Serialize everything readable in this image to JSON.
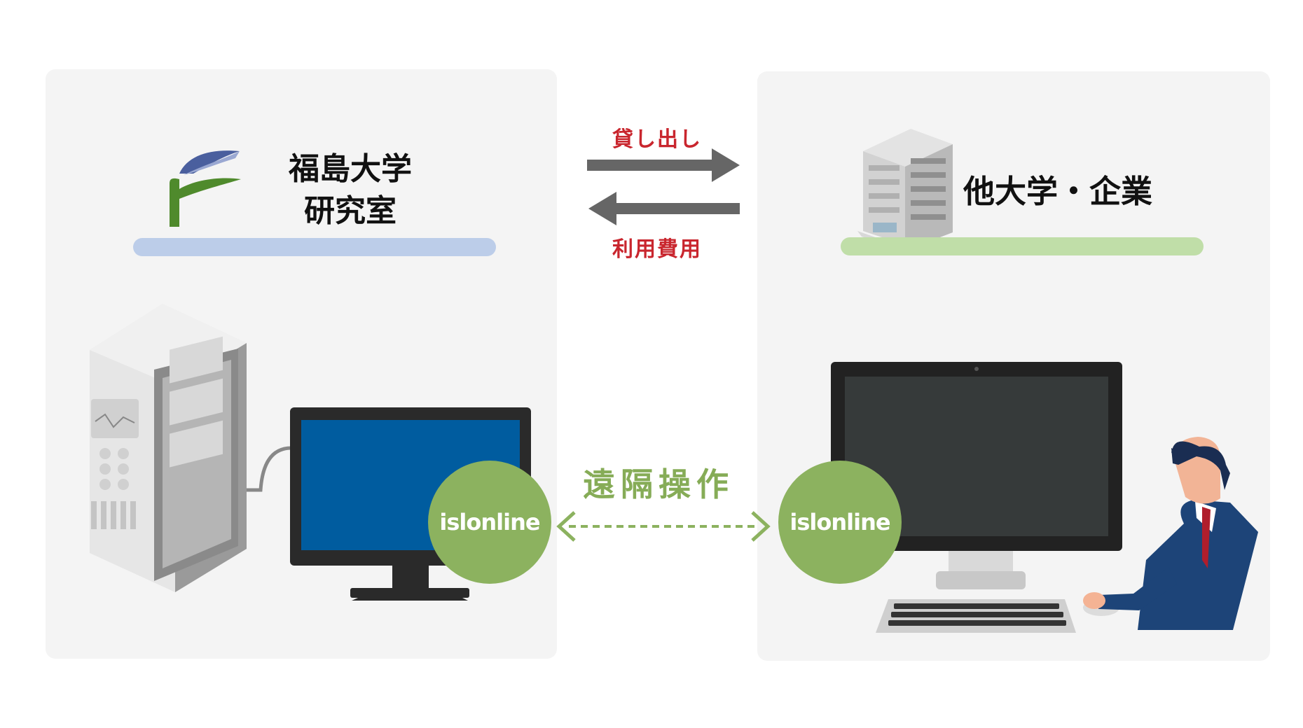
{
  "left_org": {
    "title_line1": "福島大学",
    "title_line2": "研究室"
  },
  "right_org": {
    "title": "他大学・企業"
  },
  "flows": {
    "lend_label": "貸し出し",
    "fee_label": "利用費用",
    "remote_label": "遠隔操作"
  },
  "badges": {
    "left": "islonline",
    "right": "islonline"
  },
  "colors": {
    "red_label": "#c9262e",
    "green_accent": "#8cb25f",
    "left_bar": "#bccde9",
    "right_bar": "#c0dea8",
    "panel_bg": "#f4f4f4"
  },
  "icons": [
    "university-logo-icon",
    "office-building-icon",
    "lab-instrument-icon",
    "monitor-icon",
    "desktop-monitor-icon",
    "keyboard-icon",
    "mouse-icon",
    "businessman-icon",
    "arrow-right-icon",
    "arrow-left-icon",
    "double-arrow-dashed-icon"
  ]
}
